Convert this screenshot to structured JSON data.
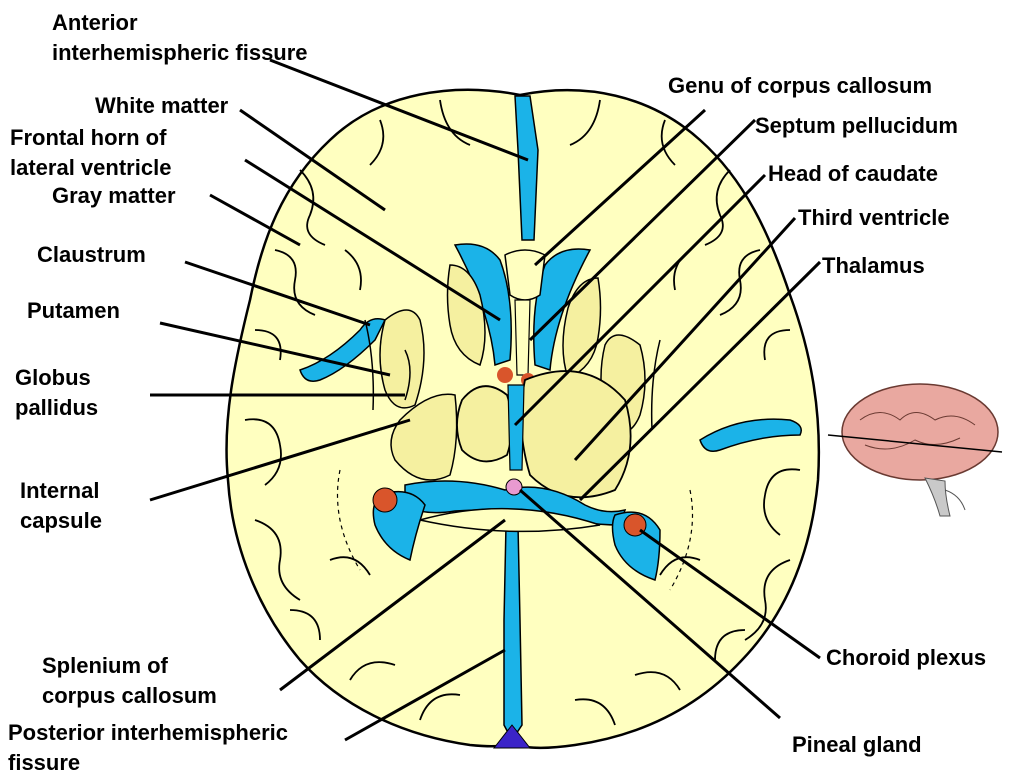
{
  "labels": {
    "anterior_interhemispheric_fissure": [
      "Anterior",
      "interhemispheric fissure"
    ],
    "white_matter": "White matter",
    "frontal_horn": [
      "Frontal horn of",
      "lateral ventricle"
    ],
    "gray_matter": "Gray matter",
    "claustrum": "Claustrum",
    "putamen": "Putamen",
    "globus_pallidus": [
      "Globus",
      "pallidus"
    ],
    "internal_capsule": [
      "Internal",
      "capsule"
    ],
    "splenium": [
      "Splenium of",
      "corpus callosum"
    ],
    "posterior_interhemispheric_fissure": [
      "Posterior interhemispheric",
      "fissure"
    ],
    "genu": "Genu of corpus callosum",
    "septum_pellucidum": "Septum pellucidum",
    "head_of_caudate": "Head of caudate",
    "third_ventricle": "Third ventricle",
    "thalamus": "Thalamus",
    "choroid_plexus": "Choroid plexus",
    "pineal_gland": "Pineal gland"
  },
  "colors": {
    "tissue": "#ffffc0",
    "tissue_dark": "#f5f0a0",
    "ventricle": "#1bb3e8",
    "choroid": "#d9552b",
    "pineal": "#e89ad0",
    "outline": "#000000",
    "thumbnail_brain": "#e9a8a0"
  }
}
